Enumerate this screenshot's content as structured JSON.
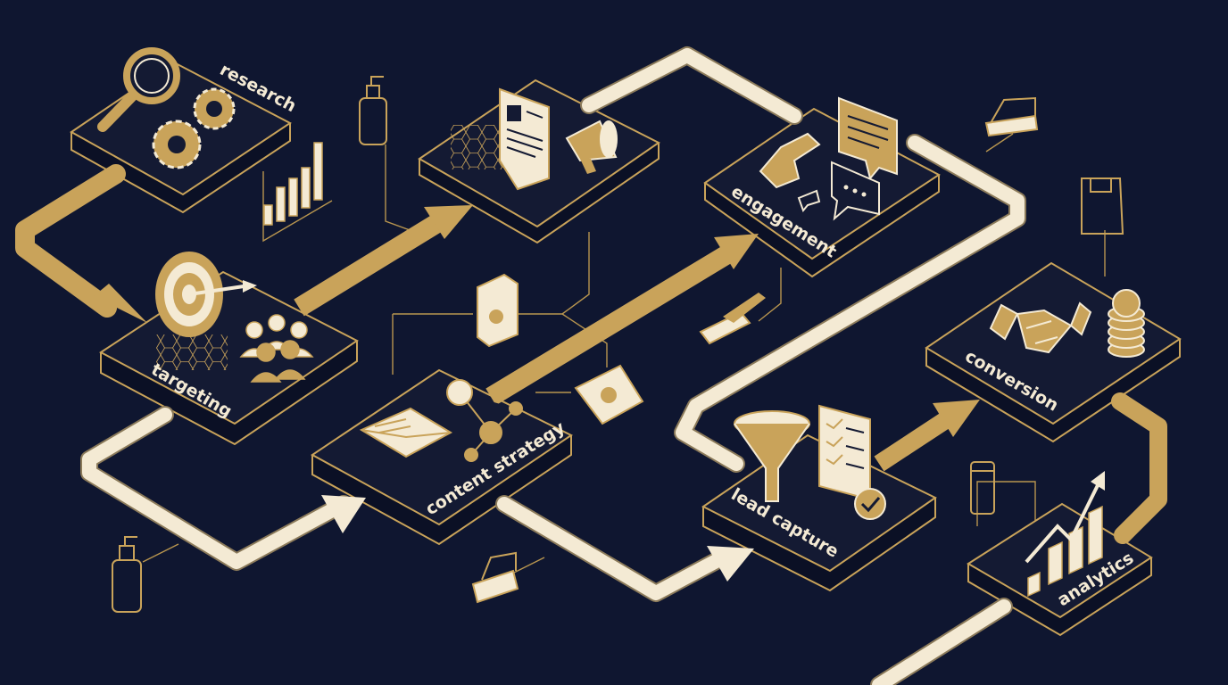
{
  "colors": {
    "background": "#0f1630",
    "gold": "#c9a35a",
    "cream": "#f4ead4",
    "line": "#b8954f",
    "platform_top": "#141a33",
    "platform_side": "#0b1025"
  },
  "stages": [
    {
      "id": "research",
      "label": "research",
      "icons": [
        "magnifier-icon",
        "gear-icon",
        "bar-chart-icon"
      ]
    },
    {
      "id": "targeting",
      "label": "targeting",
      "icons": [
        "target-icon",
        "arrow-icon",
        "audience-icon"
      ]
    },
    {
      "id": "content-strategy",
      "label": "content strategy",
      "icons": [
        "document-icon",
        "megaphone-icon",
        "envelope-icon",
        "network-icon"
      ]
    },
    {
      "id": "engagement",
      "label": "engagement",
      "icons": [
        "hand-icon",
        "speech-bubble-icon"
      ]
    },
    {
      "id": "lead-capture",
      "label": "lead capture",
      "icons": [
        "funnel-icon",
        "checklist-icon",
        "checkmark-icon"
      ]
    },
    {
      "id": "conversion",
      "label": "conversion",
      "icons": [
        "handshake-icon",
        "coin-stack-icon"
      ]
    },
    {
      "id": "analytics",
      "label": "analytics",
      "icons": [
        "growth-chart-icon"
      ]
    }
  ],
  "decorations": [
    "soap-bottle-icon",
    "cereal-box-icon",
    "snack-bag-icon",
    "scrub-brush-icon",
    "coffee-bag-icon",
    "soda-can-icon"
  ]
}
